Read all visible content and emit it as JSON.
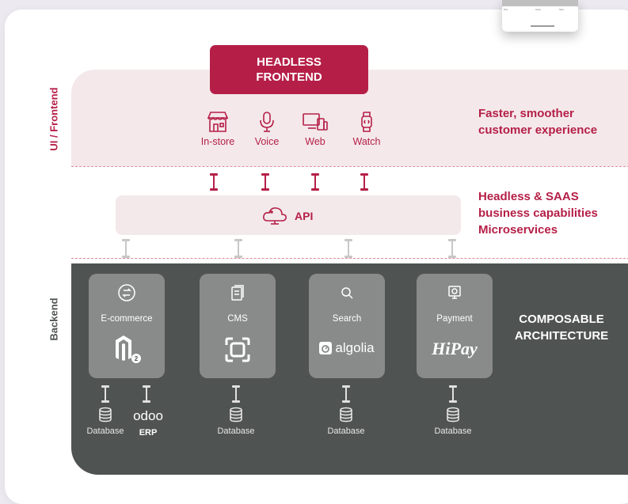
{
  "frontend_label": "UI / Frontend",
  "backend_label": "Backend",
  "headless_frontend": [
    "HEADLESS",
    "FRONTEND"
  ],
  "channels": [
    {
      "label": "In-store",
      "icon": "storefront-icon"
    },
    {
      "label": "Voice",
      "icon": "microphone-icon"
    },
    {
      "label": "Web",
      "icon": "devices-icon"
    },
    {
      "label": "Watch",
      "icon": "smartwatch-icon"
    }
  ],
  "frontend_benefit": [
    "Faster, smoother",
    "customer experience"
  ],
  "api": {
    "label": "API",
    "icon": "cloud-api-icon"
  },
  "api_benefit": [
    "Headless & SAAS",
    "business capabilities",
    "Microservices"
  ],
  "services": [
    {
      "name": "E-commerce",
      "icon": "exchange-icon",
      "logo": "magento-logo",
      "logo_badge": "2"
    },
    {
      "name": "CMS",
      "icon": "document-icon",
      "logo": "cms-frame-logo"
    },
    {
      "name": "Search",
      "icon": "search-icon",
      "logo": "algolia-logo",
      "logo_text": "algolia"
    },
    {
      "name": "Payment",
      "icon": "payment-icon",
      "logo": "hipay-logo",
      "logo_text": "HiPay"
    }
  ],
  "backend_title": [
    "COMPOSABLE",
    "ARCHITECTURE"
  ],
  "stores": {
    "db_label": "Database",
    "erp_label": "ERP",
    "erp_logo_text": "odoo"
  },
  "colors": {
    "accent": "#b51f47",
    "frontend_band": "#f4e8ea",
    "backend_band": "#4f5352",
    "service_box": "#898b8b"
  }
}
